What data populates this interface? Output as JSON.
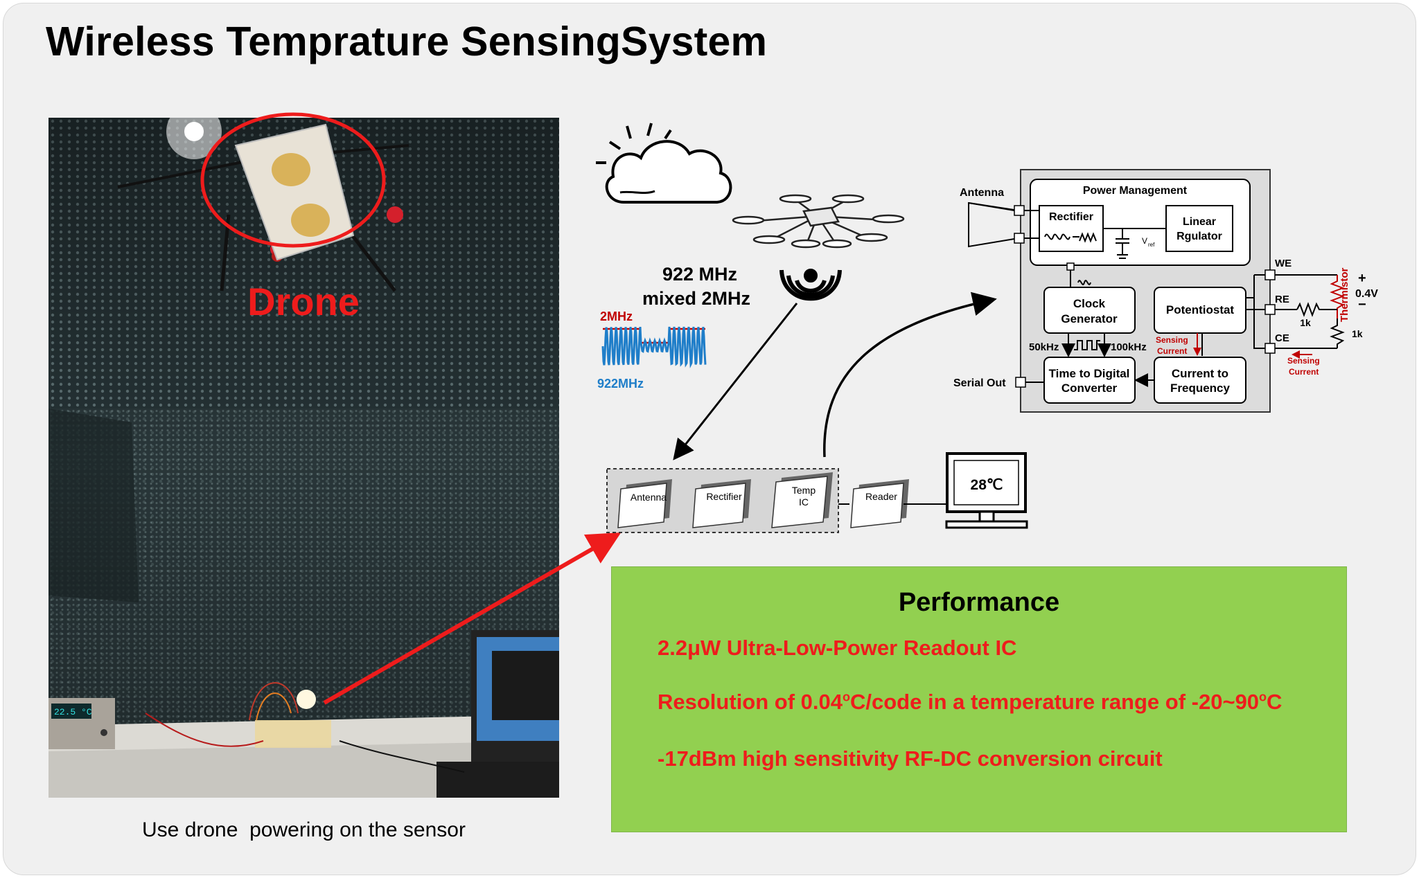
{
  "title": "Wireless Temprature SensingSystem",
  "photo": {
    "drone_label": "Drone",
    "meter_readout": "22.5 °C",
    "caption": "Use drone  powering on the sensor"
  },
  "rf_signal": {
    "carrier_line1": "922 MHz",
    "carrier_line2": "mixed 2MHz",
    "low_label": "2MHz",
    "high_label": "922MHz"
  },
  "system_chain": {
    "blocks": [
      "Antenna",
      "Rectifier",
      "Temp IC",
      "Reader"
    ],
    "temp_line1": "Temp",
    "temp_line2": "IC",
    "monitor_reading": "28℃"
  },
  "ic_block": {
    "antenna_label": "Antenna",
    "power_management": "Power Management",
    "rectifier": "Rectifier",
    "vref_label": "V",
    "vref_sub": "ref",
    "linear_regulator_line1": "Linear",
    "linear_regulator_line2": "Rgulator",
    "clock_line1": "Clock",
    "clock_line2": "Generator",
    "potentiostat": "Potentiostat",
    "freq_low": "50kHz",
    "freq_high": "100kHz",
    "tdc_line1": "Time to Digital",
    "tdc_line2": "Converter",
    "ctf_line1": "Current to",
    "ctf_line2": "Frequency",
    "serial_out": "Serial Out",
    "sensing_current_a1": "Sensing",
    "sensing_current_a2": "Current",
    "sensing_current_b1": "Sensing",
    "sensing_current_b2": "Current",
    "we_label": "WE",
    "re_label": "RE",
    "ce_label": "CE",
    "res1": "1k",
    "res2": "1k",
    "thermistor": "Thermistor",
    "plus": "+",
    "voltage": "0.4V",
    "minus": "−"
  },
  "performance": {
    "title": "Performance",
    "item1": "2.2μW Ultra-Low-Power Readout IC",
    "item2_a": "Resolution of 0.04",
    "item2_b": "C/code in a temperature range of -20~90",
    "item2_c": "C",
    "degree_mark": "o",
    "item3": "-17dBm high sensitivity RF-DC conversion circuit"
  },
  "colors": {
    "accent_red": "#ee1c1c",
    "wave_blue": "#1f7ec9",
    "wave_red": "#c00000",
    "performance_bg": "#92d050"
  }
}
